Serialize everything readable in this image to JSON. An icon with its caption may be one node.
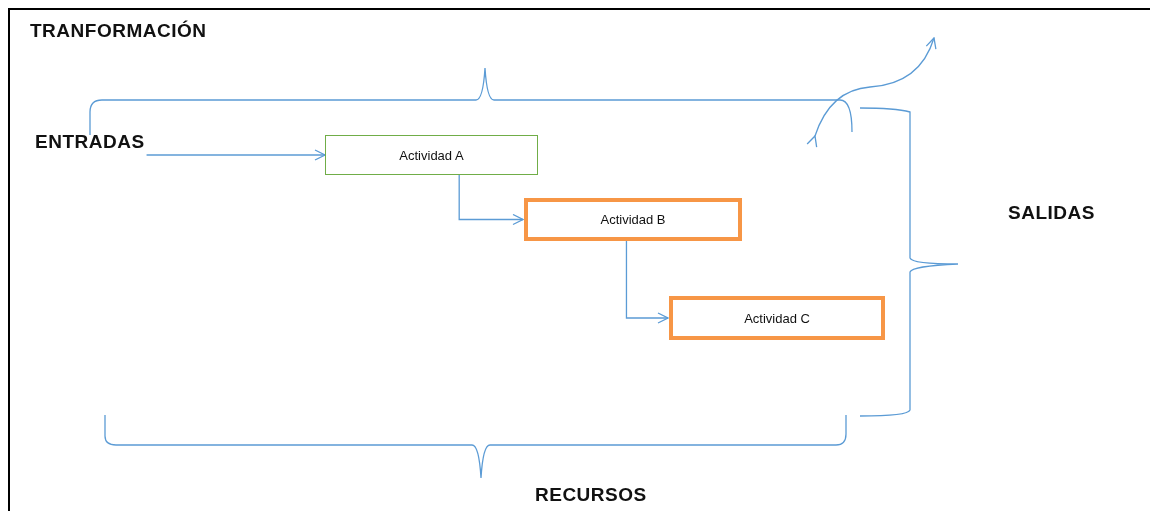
{
  "diagram": {
    "title": "TRANFORMACIÓN",
    "nodes": [
      {
        "text": [
          "ENTRADAS"
        ]
      },
      {
        "text": [
          "Actividad A"
        ]
      },
      {
        "text": [
          "Actividad B"
        ]
      },
      {
        "text": [
          "Actividad C"
        ]
      }
    ],
    "edges": [
      {
        "from": 0,
        "to": 1,
        "arrow": "to"
      },
      {
        "from": 1,
        "to": 2,
        "arrow": "to"
      },
      {
        "from": 2,
        "to": 3,
        "arrow": "to"
      }
    ],
    "labels": [
      "SALIDAS",
      "RECURSOS"
    ]
  }
}
